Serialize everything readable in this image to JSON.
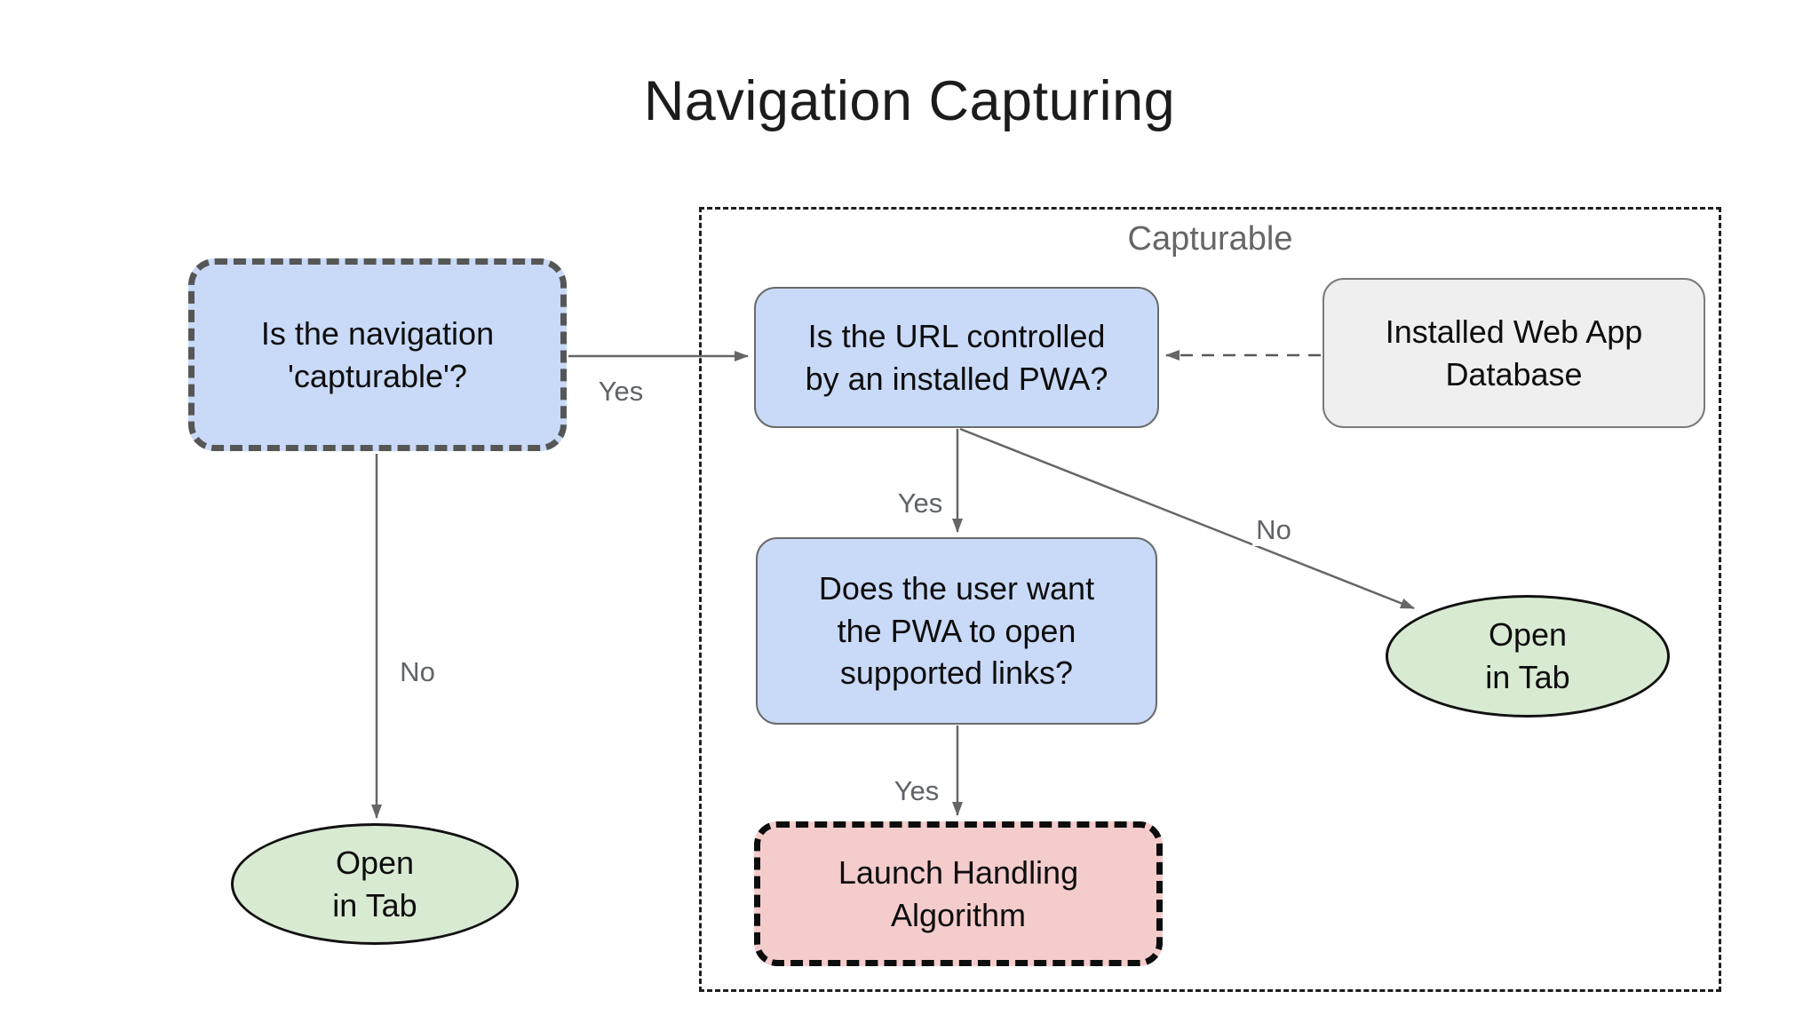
{
  "title": "Navigation Capturing",
  "diagram": {
    "container": {
      "label": "Capturable"
    },
    "nodes": {
      "capturable_question": {
        "text": "Is the navigation\n'capturable'?",
        "shape": "rounded-rect-dashed",
        "fill": "#c9daf8"
      },
      "url_controlled_question": {
        "text": "Is the URL controlled\nby an installed PWA?",
        "shape": "rounded-rect",
        "fill": "#c9daf8"
      },
      "installed_web_app_db": {
        "text": "Installed Web App\nDatabase",
        "shape": "rounded-rect",
        "fill": "#efefef"
      },
      "user_wants_links_question": {
        "text": "Does the user want\nthe PWA to open\nsupported links?",
        "shape": "rounded-rect",
        "fill": "#c9daf8"
      },
      "launch_handling_algorithm": {
        "text": "Launch Handling\nAlgorithm",
        "shape": "rounded-rect-dashed",
        "fill": "#f4cccc"
      },
      "open_in_tab_left": {
        "text": "Open\nin Tab",
        "shape": "ellipse",
        "fill": "#d9ead3"
      },
      "open_in_tab_right": {
        "text": "Open\nin Tab",
        "shape": "ellipse",
        "fill": "#d9ead3"
      }
    },
    "edges": {
      "capturable_yes": {
        "label": "Yes",
        "from": "capturable_question",
        "to": "url_controlled_question",
        "style": "solid"
      },
      "capturable_no": {
        "label": "No",
        "from": "capturable_question",
        "to": "open_in_tab_left",
        "style": "solid"
      },
      "url_yes": {
        "label": "Yes",
        "from": "url_controlled_question",
        "to": "user_wants_links_question",
        "style": "solid"
      },
      "url_no": {
        "label": "No",
        "from": "url_controlled_question",
        "to": "open_in_tab_right",
        "style": "solid"
      },
      "user_yes": {
        "label": "Yes",
        "from": "user_wants_links_question",
        "to": "launch_handling_algorithm",
        "style": "solid"
      },
      "db_lookup": {
        "label": "",
        "from": "installed_web_app_db",
        "to": "url_controlled_question",
        "style": "dashed"
      }
    },
    "colors": {
      "decision_fill": "#c9daf8",
      "terminal_fill": "#d9ead3",
      "algorithm_fill": "#f4cccc",
      "database_fill": "#efefef",
      "arrow": "#666666",
      "edge_label_text": "#5f6368",
      "container_label_text": "#666666"
    }
  }
}
